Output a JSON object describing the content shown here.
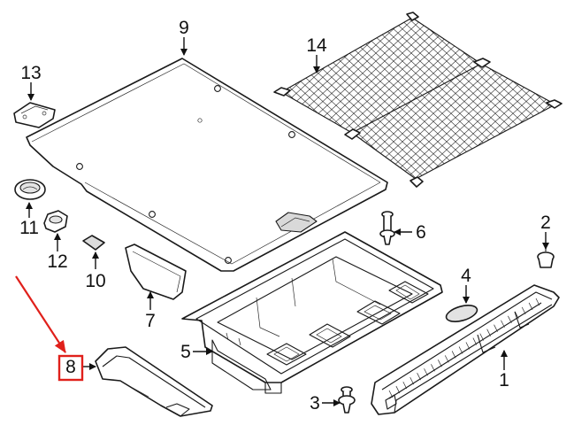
{
  "callouts": {
    "c1": "1",
    "c2": "2",
    "c3": "3",
    "c4": "4",
    "c5": "5",
    "c6": "6",
    "c7": "7",
    "c8": "8",
    "c9": "9",
    "c10": "10",
    "c11": "11",
    "c12": "12",
    "c13": "13",
    "c14": "14"
  },
  "highlight": {
    "callout": "8",
    "box_color": "#e0201b",
    "arrow_color": "#e0201b"
  }
}
